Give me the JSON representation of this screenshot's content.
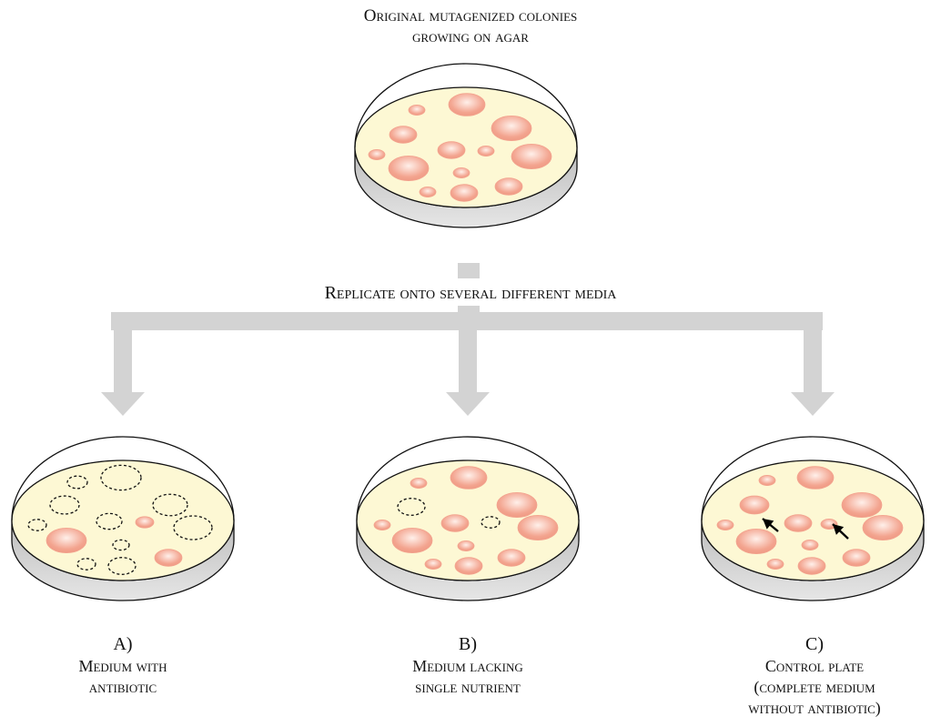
{
  "title": {
    "line1": "Original mutagenized colonies",
    "line2": "growing on agar"
  },
  "replicate_label": "Replicate onto several different media",
  "plates": [
    {
      "id": "A)",
      "line1": "Medium with",
      "line2": "antibiotic",
      "line3": ""
    },
    {
      "id": "B)",
      "line1": "Medium lacking",
      "line2": "single nutrient",
      "line3": ""
    },
    {
      "id": "C)",
      "line1": "Control plate",
      "line2": "(complete medium",
      "line3": "without antibiotic)"
    }
  ],
  "colors": {
    "agar": "#fdf8d4",
    "colony": "#f3a48f",
    "colony_highlight": "#fff0ea",
    "dish_side": "#cfcfcf",
    "arrow": "#d3d3d3",
    "outline": "#111111"
  }
}
